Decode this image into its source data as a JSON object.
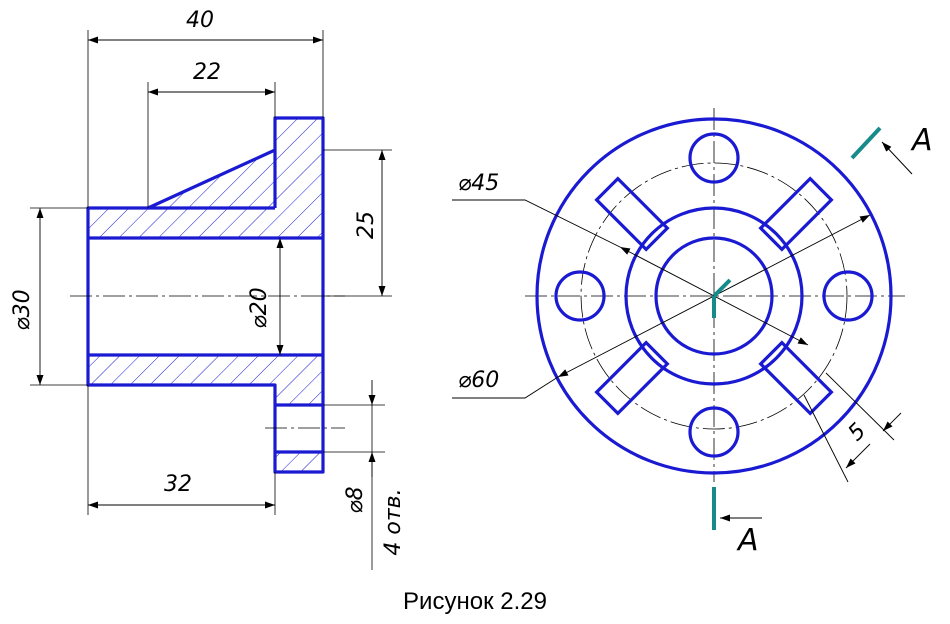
{
  "colors": {
    "outline": "#1a1ad2",
    "cut_plane": "#178a8a",
    "dimension": "#000000",
    "background": "#ffffff"
  },
  "section_view": {
    "dim_40": "40",
    "dim_22": "22",
    "dim_25": "25",
    "dim_32": "32",
    "dim_d30": "⌀30",
    "dim_d20": "⌀20",
    "dim_d8": "⌀8",
    "holes_note": "4 отв."
  },
  "front_view": {
    "dim_d45": "⌀45",
    "dim_d60": "⌀60",
    "dim_5": "5",
    "section_mark_top": "A",
    "section_mark_bottom": "A"
  },
  "caption": "Рисунок 2.29"
}
